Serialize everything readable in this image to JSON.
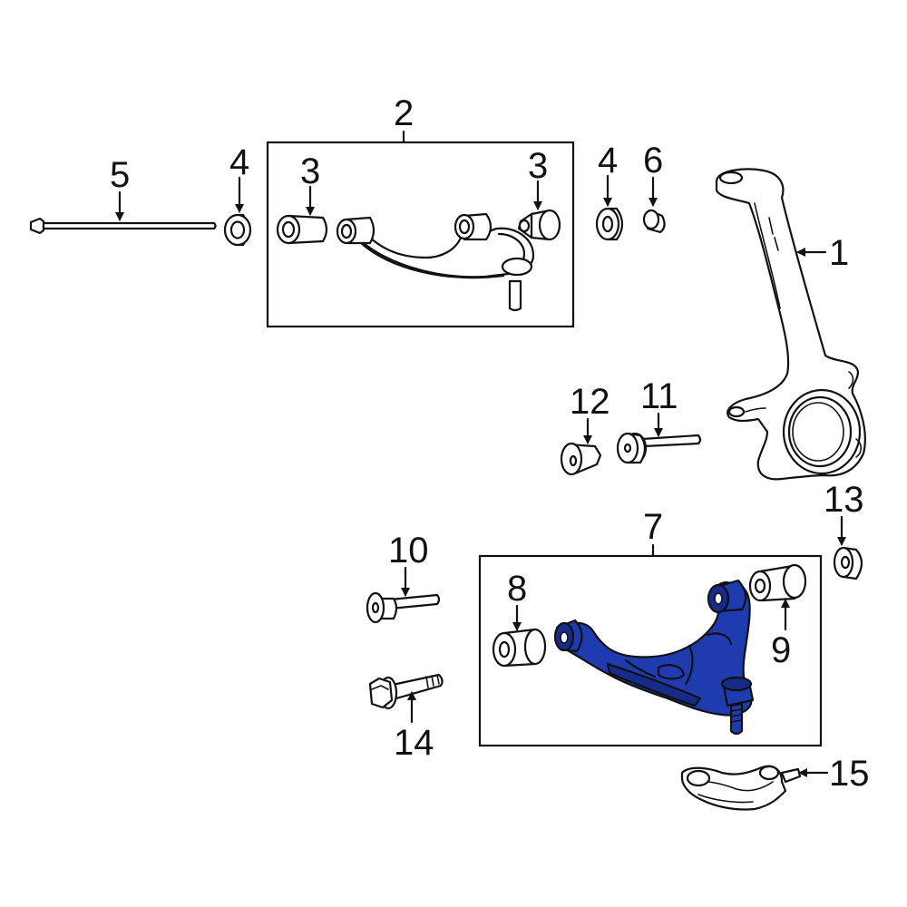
{
  "colors": {
    "highlight": "#1f3bb0",
    "highlight_shade": "#162c8a",
    "line": "#111111",
    "background": "#ffffff"
  },
  "callouts": {
    "c1": "1",
    "c2": "2",
    "c3a": "3",
    "c3b": "3",
    "c4a": "4",
    "c4b": "4",
    "c5": "5",
    "c6": "6",
    "c7": "7",
    "c8": "8",
    "c9": "9",
    "c10": "10",
    "c11": "11",
    "c12": "12",
    "c13": "13",
    "c14": "14",
    "c15": "15"
  }
}
